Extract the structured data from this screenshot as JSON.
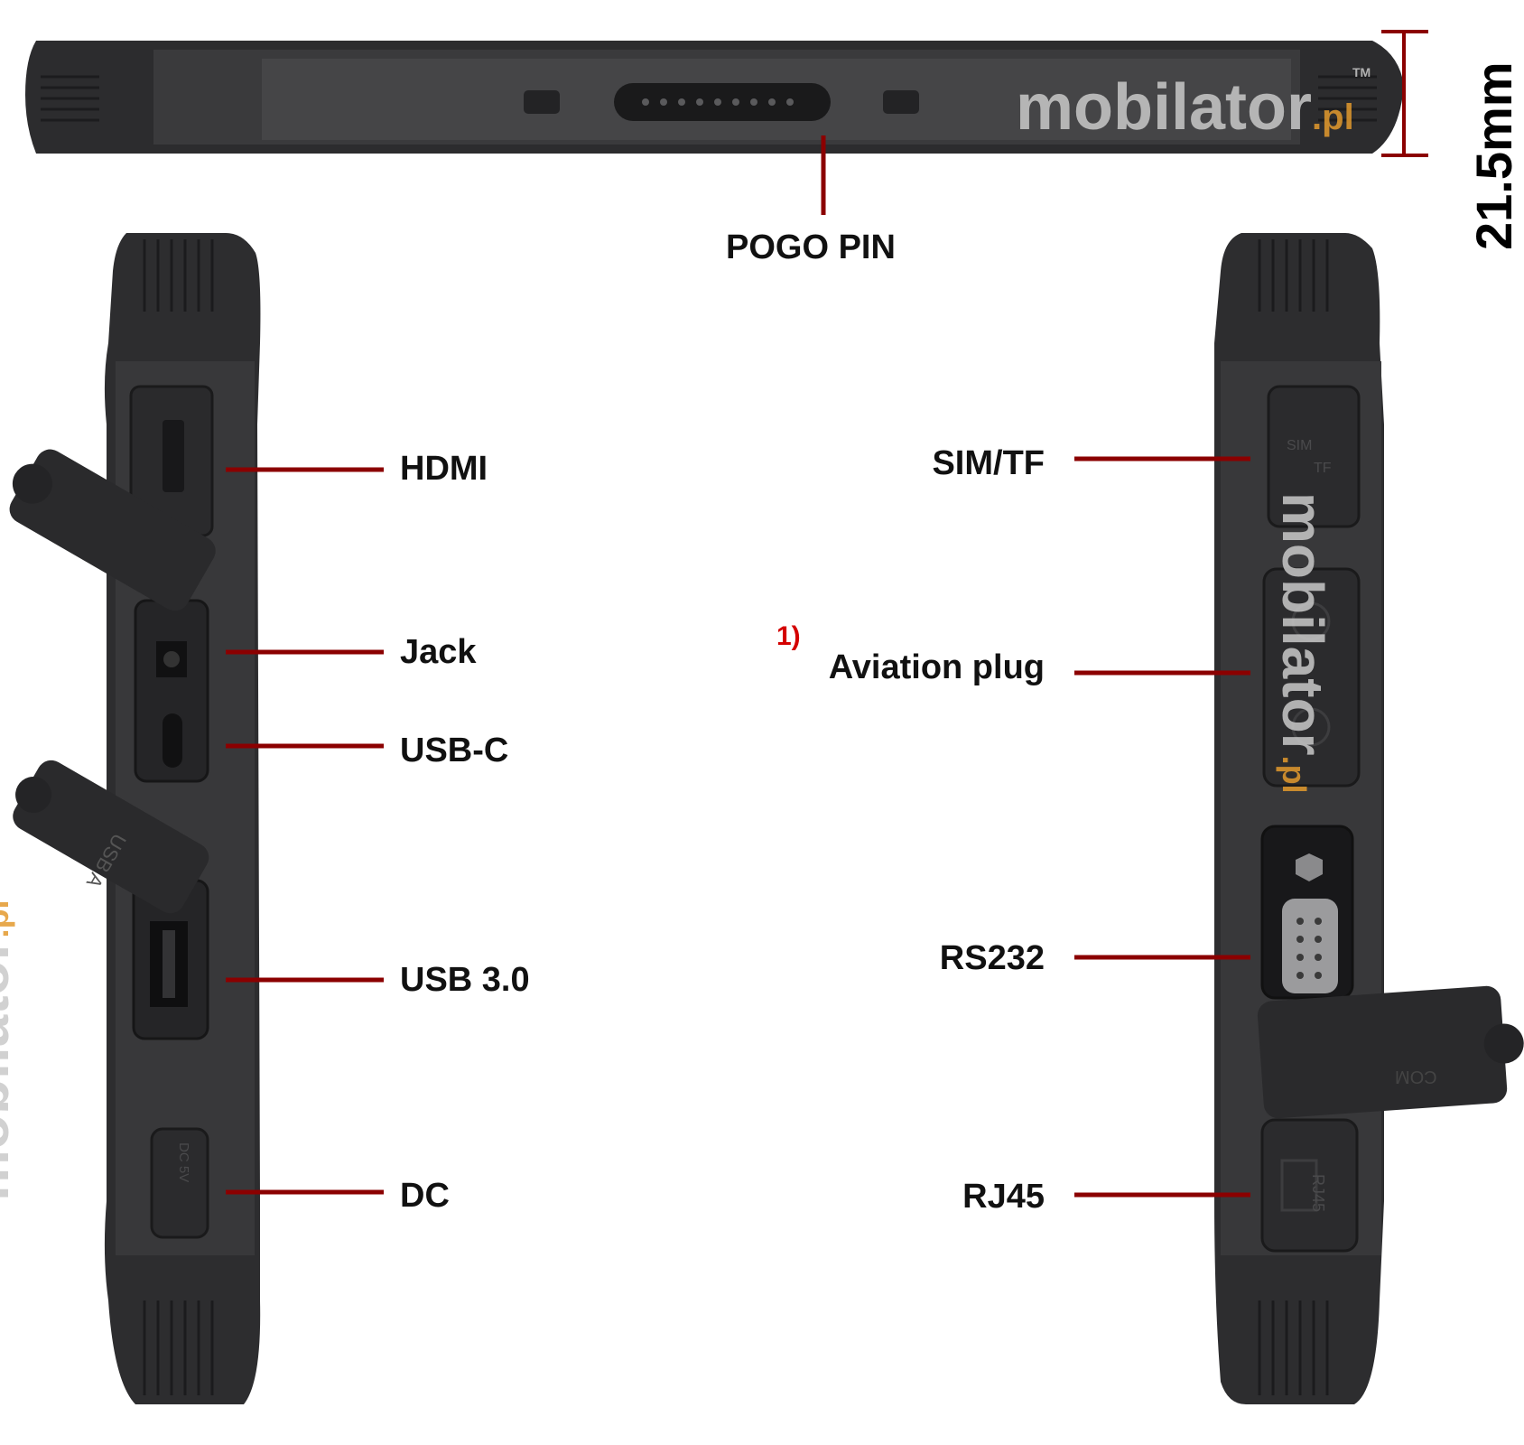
{
  "top_view": {
    "pogo_label": "POGO PIN",
    "thickness": "21.5mm"
  },
  "left_side": {
    "ports": [
      "HDMI",
      "Jack",
      "USB-C",
      "USB 3.0",
      "DC"
    ]
  },
  "right_side": {
    "ports": [
      "SIM/TF",
      "Aviation plug",
      "RS232",
      "RJ45"
    ],
    "footnote_marker": "1)"
  },
  "watermark": {
    "brand": "mobilator",
    "suffix": ".pl",
    "tm": "TM"
  },
  "cover_text": {
    "usb_cover": "USB A",
    "sim_cover": "SIM",
    "tf_cover": "TF",
    "com_cover": "COM",
    "rj45_cover": "RJ45",
    "dc_cover": "DC 5V"
  },
  "colors": {
    "leader": "#8b0000",
    "device": "#2f2f31",
    "accent": "#e39a2d"
  }
}
